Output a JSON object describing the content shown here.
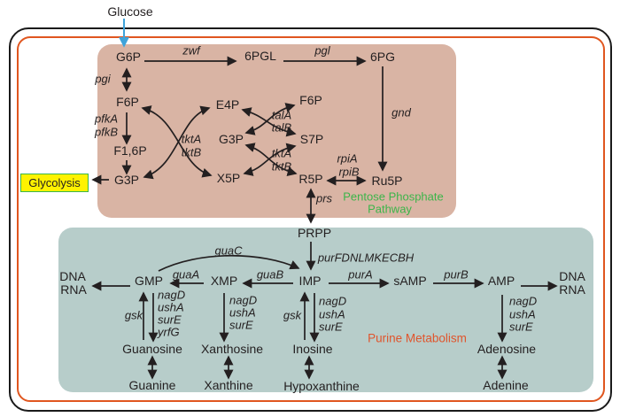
{
  "colors": {
    "outer_border": "#1a1a1a",
    "inner_border": "#e0561f",
    "ppp_box": "#d9b4a4",
    "purine_box": "#b7cdca",
    "ppp_title": "#3cb54a",
    "purine_title": "#e0542c",
    "glycolysis_bg": "#fff200",
    "glycolysis_border": "#3ab54a",
    "glucose_arrow": "#3fa3da",
    "ink": "#231f20"
  },
  "header": {
    "input_label": "Glucose"
  },
  "glycolysis": {
    "label": "Glycolysis"
  },
  "ppp": {
    "title_line1": "Pentose Phosphate",
    "title_line2": "Pathway",
    "metabolites": {
      "g6p": "G6P",
      "pgl6": "6PGL",
      "pg6": "6PG",
      "f6p": "F6P",
      "f16bp": "F1,6P",
      "g3p": "G3P",
      "e4p": "E4P",
      "x5p": "X5P",
      "s7p": "S7P",
      "r5p": "R5P",
      "ru5p": "Ru5P"
    },
    "enzymes": {
      "zwf": "zwf",
      "pgl": "pgl",
      "pgi": "pgi",
      "pfkA": "pfkA",
      "pfkB": "pfkB",
      "tktA": "tktA",
      "tktB": "tktB",
      "talA": "talA",
      "talB": "talB",
      "rpiA": "rpiA",
      "rpiB": "rpiB",
      "gnd": "gnd",
      "prs": "prs"
    }
  },
  "purine": {
    "title": "Purine Metabolism",
    "metabolites": {
      "prpp": "PRPP",
      "gmp": "GMP",
      "xmp": "XMP",
      "imp": "IMP",
      "samp": "sAMP",
      "amp": "AMP",
      "guanosine": "Guanosine",
      "xanthosine": "Xanthosine",
      "inosine": "Inosine",
      "adenosine": "Adenosine",
      "guanine": "Guanine",
      "xanthine": "Xanthine",
      "hypoxanthine": "Hypoxanthine",
      "adenine": "Adenine",
      "dna": "DNA",
      "rna": "RNA"
    },
    "enzymes": {
      "pur_operon": "purFDNLMKECBH",
      "guaA": "guaA",
      "guaB": "guaB",
      "guaC": "guaC",
      "purA": "purA",
      "purB": "purB",
      "gsk": "gsk",
      "nagD": "nagD",
      "ushA": "ushA",
      "surE": "surE",
      "yrfG": "yrfG"
    }
  }
}
